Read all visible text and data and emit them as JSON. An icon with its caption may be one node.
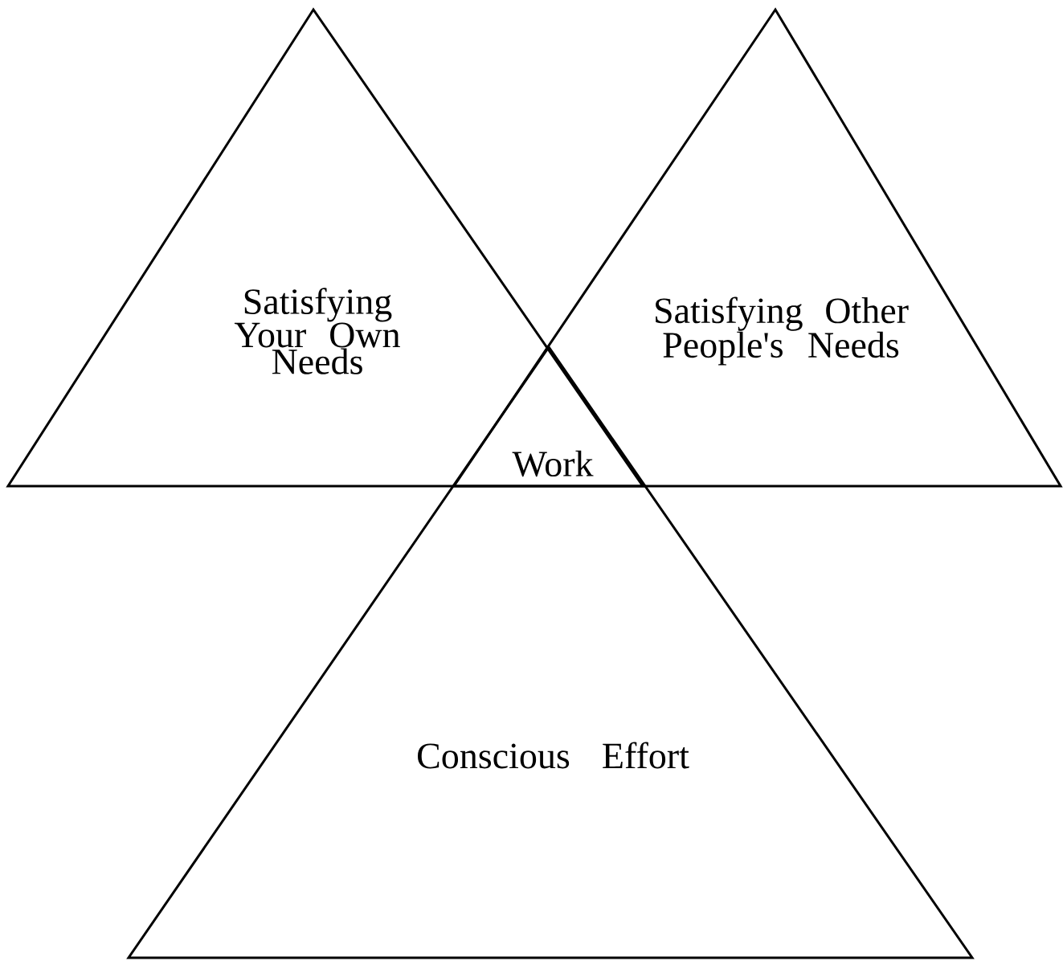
{
  "diagram": {
    "nodes": [
      {
        "text": [
          "Satisfying Your Own Needs"
        ]
      },
      {
        "text": [
          "Satisfying Other People's Needs"
        ]
      },
      {
        "text": [
          "Conscious Effort"
        ]
      }
    ],
    "labels": [
      "Work"
    ]
  }
}
